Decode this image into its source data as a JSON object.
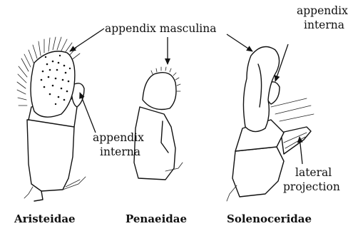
{
  "figure": {
    "labels": {
      "appendix_masculina": "appendix masculina",
      "appendix_interna_left_line1": "appendix",
      "appendix_interna_left_line2": "interna",
      "appendix_interna_right_line1": "appendix",
      "appendix_interna_right_line2": "interna",
      "lateral_projection_line1": "lateral",
      "lateral_projection_line2": "projection"
    },
    "specimens": [
      {
        "family": "Aristeidae"
      },
      {
        "family": "Penaeidae"
      },
      {
        "family": "Solenoceridae"
      }
    ]
  }
}
